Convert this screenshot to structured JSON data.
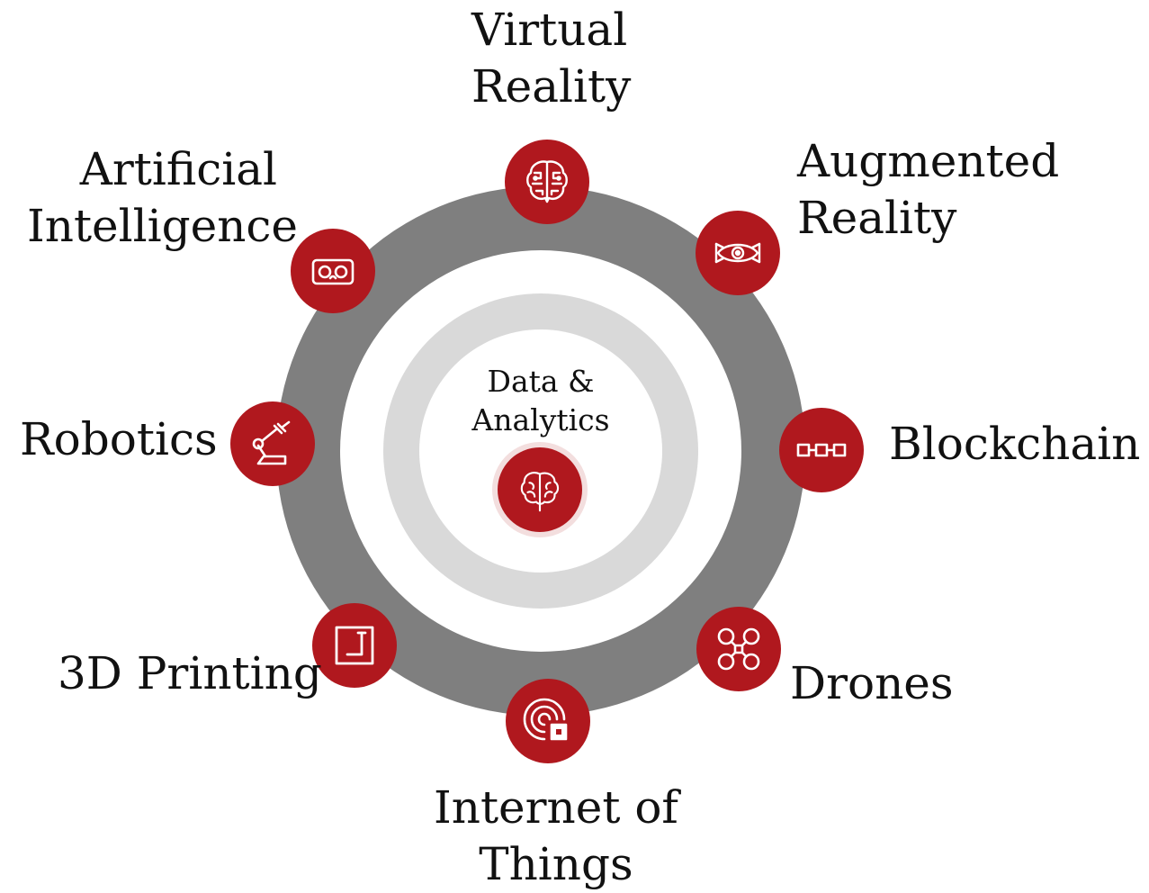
{
  "diagram": {
    "center": {
      "line1": "Data &",
      "line2": "Analytics",
      "icon": "brain-icon"
    },
    "technologies": [
      {
        "id": "virtual-reality",
        "line1": "Virtual",
        "line2": "Reality",
        "icon": "brain-circuit-icon"
      },
      {
        "id": "augmented-reality",
        "line1": "Augmented",
        "line2": "Reality",
        "icon": "eye-ar-icon"
      },
      {
        "id": "blockchain",
        "line1": "Blockchain",
        "line2": "",
        "icon": "chain-blocks-icon"
      },
      {
        "id": "drones",
        "line1": "Drones",
        "line2": "",
        "icon": "drone-icon"
      },
      {
        "id": "internet-of-things",
        "line1": "Internet of",
        "line2": "Things",
        "icon": "iot-signal-icon"
      },
      {
        "id": "3d-printing",
        "line1": "3D Printing",
        "line2": "",
        "icon": "3d-printer-icon"
      },
      {
        "id": "robotics",
        "line1": "Robotics",
        "line2": "",
        "icon": "robot-arm-icon"
      },
      {
        "id": "artificial-intelligence",
        "line1": "Artificial",
        "line2": "Intelligence",
        "icon": "vr-headset-icon"
      }
    ],
    "colors": {
      "badge": "#b0181e",
      "outer_ring": "#7f7f7f",
      "inner_ring": "#d9d9d9",
      "text": "#111111"
    }
  }
}
